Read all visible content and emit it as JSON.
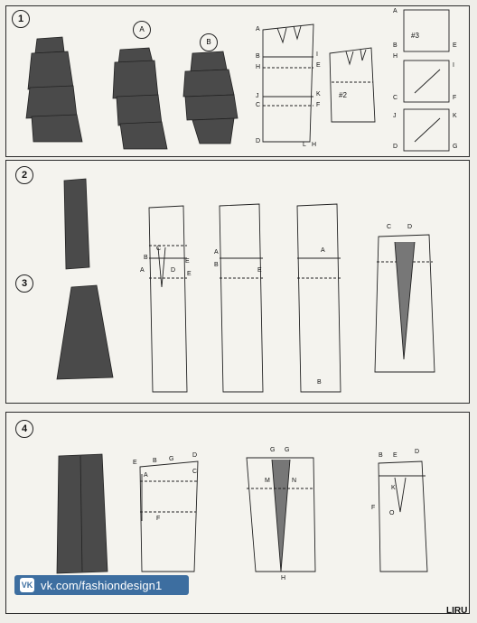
{
  "panels": [
    {
      "number": "1",
      "badges": [
        "A",
        "B"
      ]
    },
    {
      "number": "2"
    },
    {
      "number": "3"
    },
    {
      "number": "4"
    }
  ],
  "labels": {
    "p1": [
      "A",
      "B",
      "H",
      "J",
      "C",
      "D",
      "I",
      "E",
      "K",
      "F",
      "L",
      "H",
      "#2",
      "A",
      "B",
      "H",
      "C",
      "J",
      "D",
      "E",
      "I",
      "F",
      "K",
      "G",
      "#3"
    ],
    "p23": [
      "C",
      "D",
      "A",
      "B",
      "E",
      "A",
      "B",
      "E",
      "B",
      "A",
      "C",
      "D",
      "E"
    ],
    "p4": [
      "E",
      "B",
      "G",
      "D",
      "C",
      "A",
      "F",
      "G",
      "G",
      "M",
      "N",
      "H",
      "B",
      "E",
      "D",
      "K",
      "O",
      "F"
    ]
  },
  "watermark": {
    "icon": "vk-logo-icon",
    "text": "vk.com/fashiondesign1"
  },
  "credit": "LIRU",
  "colors": {
    "ink": "#2b2b2b",
    "skirt": "#4a4a4a",
    "paper": "#f4f3ee",
    "vk": "#3d6ea0"
  }
}
